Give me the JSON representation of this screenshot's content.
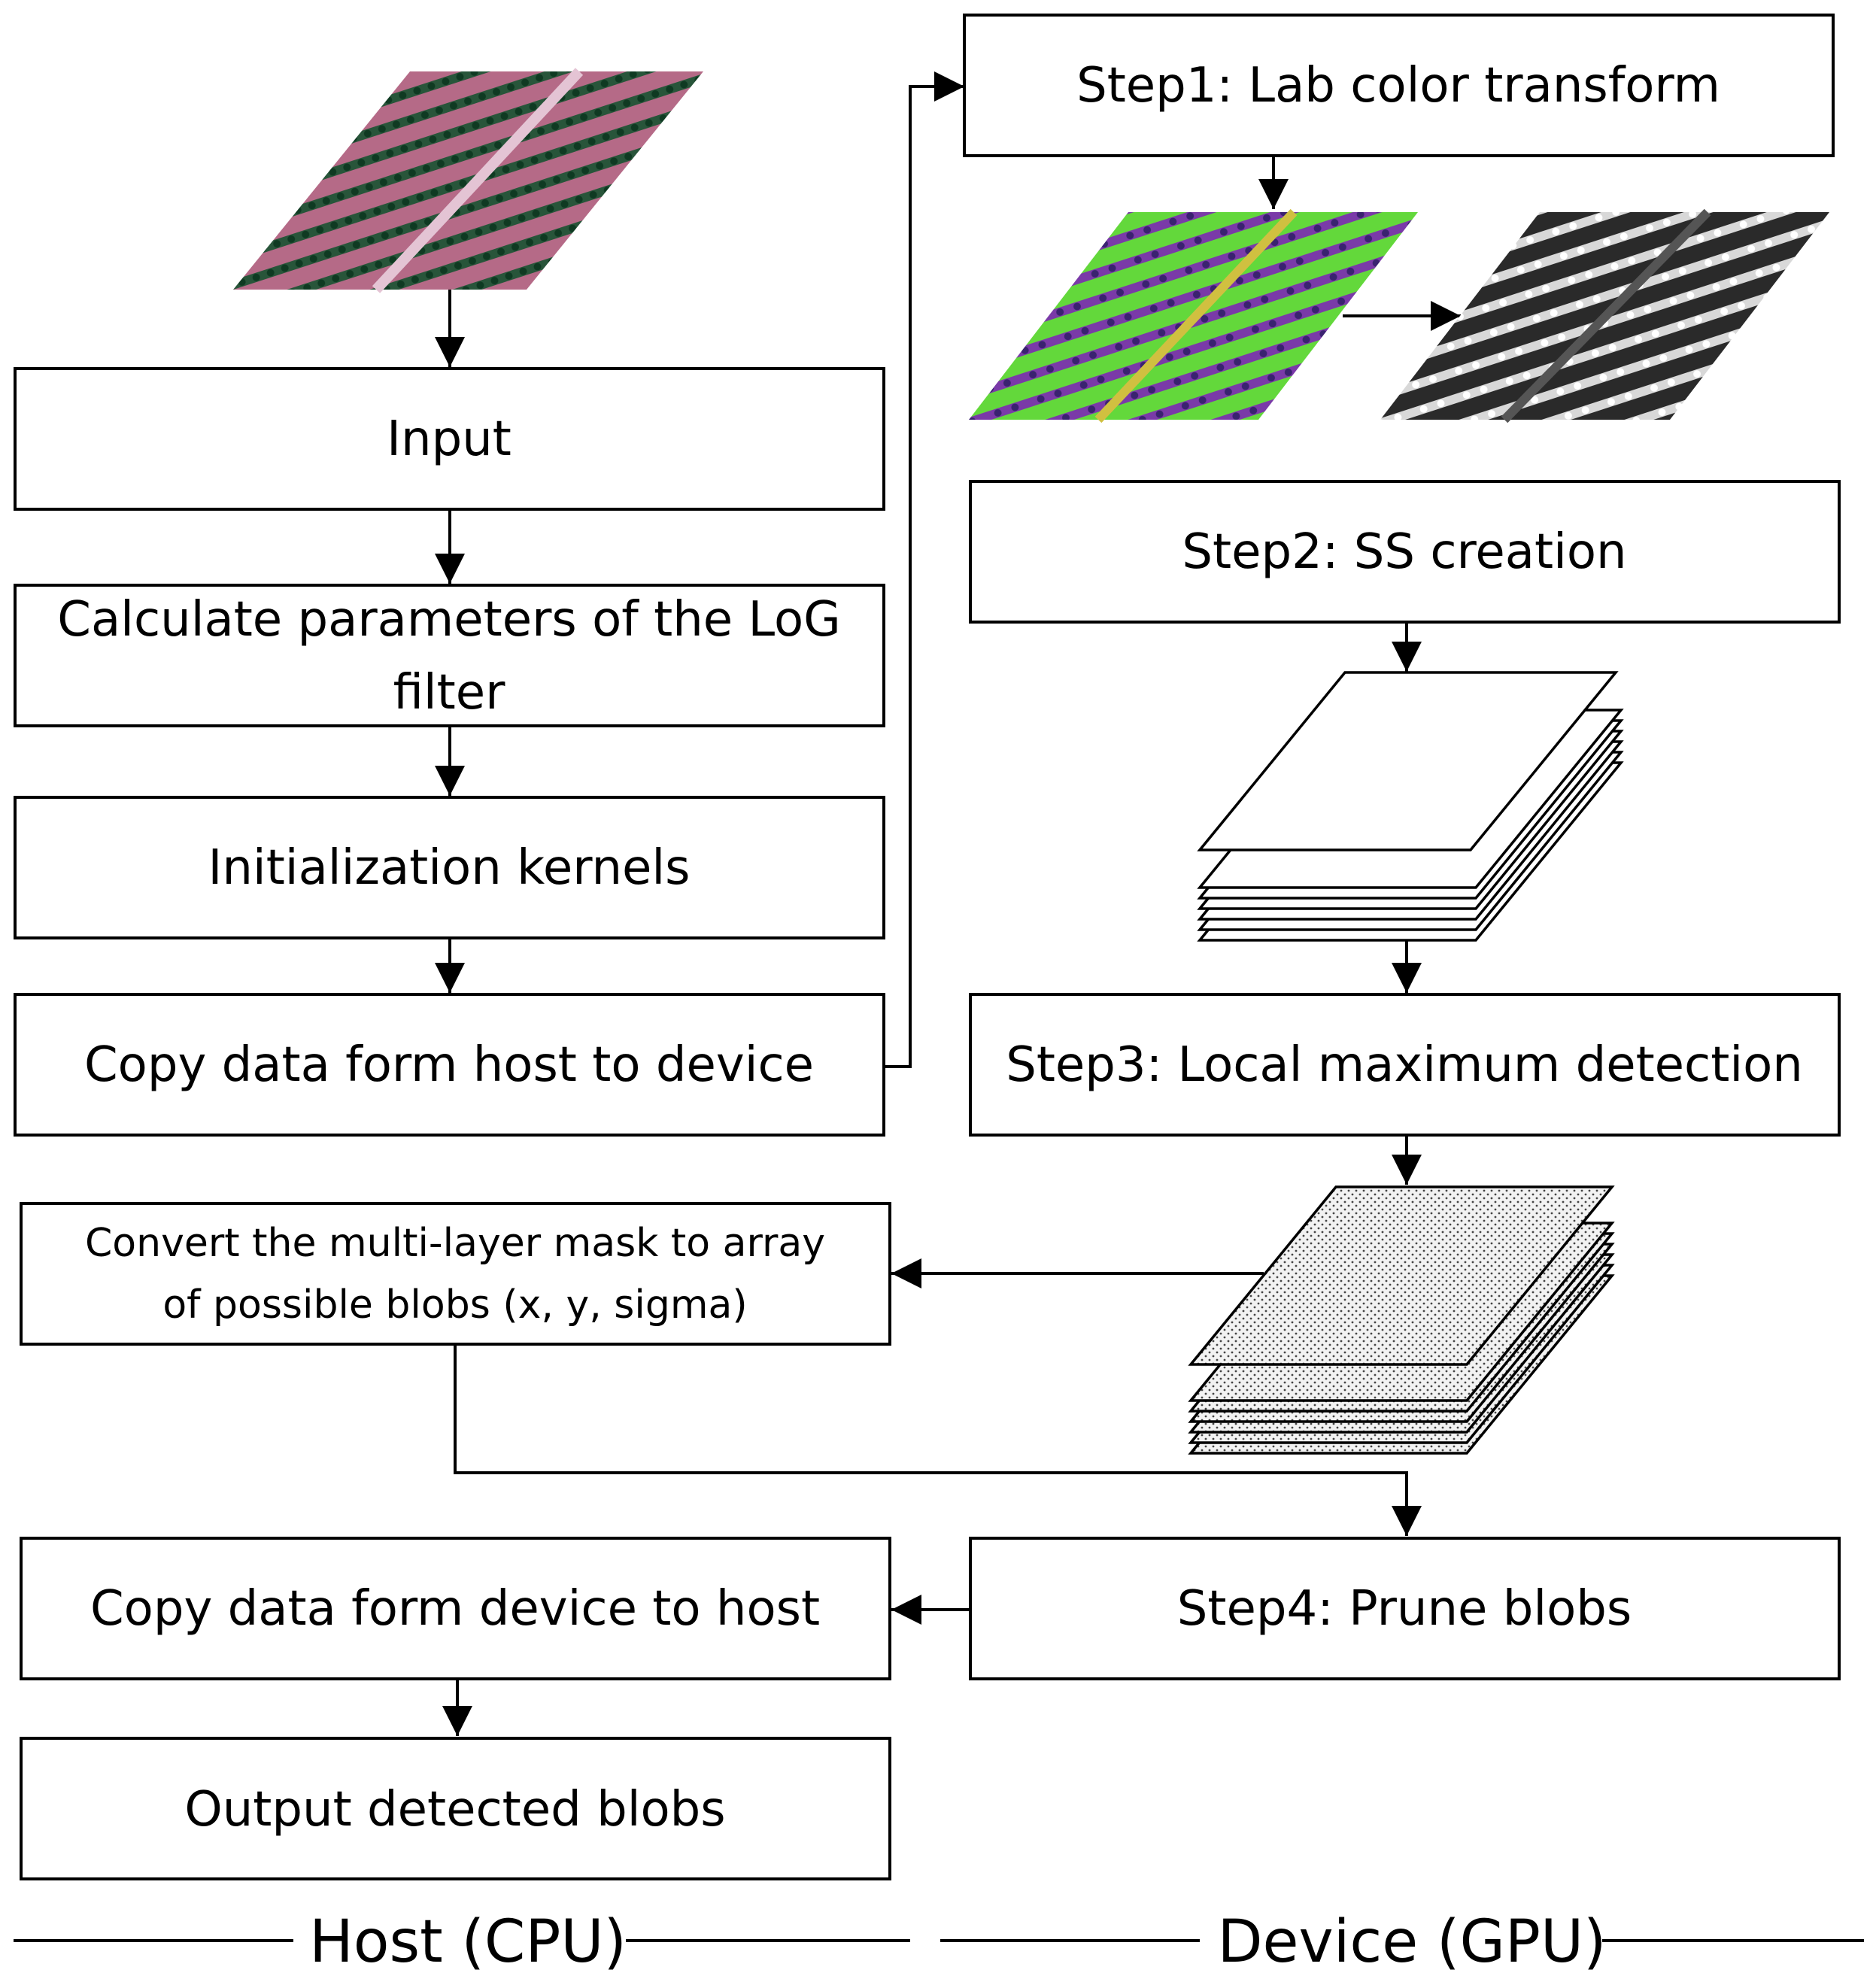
{
  "host": {
    "input": "Input",
    "calc_line1": "Calculate parameters of the LoG",
    "calc_line2": "filter",
    "init": "Initialization kernels",
    "copy_to_device": "Copy data form host to device",
    "convert_line1": "Convert the multi-layer mask to array",
    "convert_line2": "of possible blobs (x, y, sigma)",
    "copy_to_host": "Copy data form device to host",
    "output": "Output detected blobs"
  },
  "device": {
    "step1": "Step1: Lab color transform",
    "step2": "Step2: SS creation",
    "step3": "Step3: Local maximum detection",
    "step4": "Step4: Prune blobs"
  },
  "footer": {
    "host_label": "Host (CPU)",
    "device_label": "Device (GPU)"
  },
  "colors": {
    "input_image": "#b76a8a",
    "lab_image": "#5fd13a",
    "gray_image": "#3a3a3a",
    "rows_dark": "#1f4a2a",
    "lab_rows": "#8a3fb0"
  }
}
